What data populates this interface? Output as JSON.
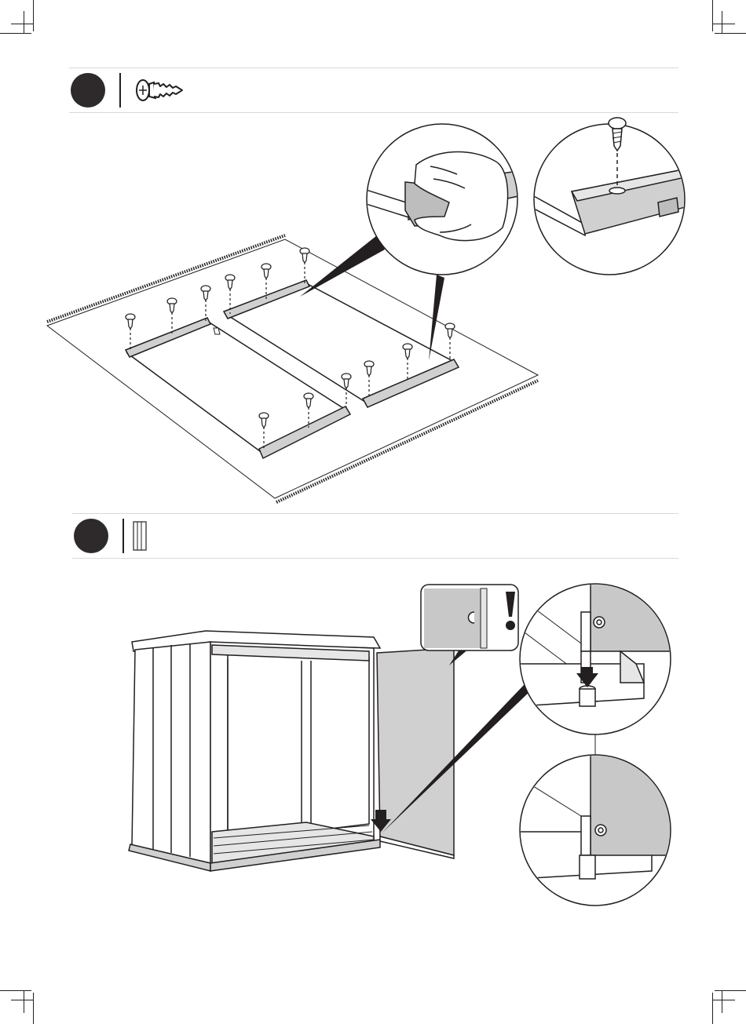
{
  "steps": [
    {
      "number": "",
      "part_icon": "self-tapping-screw-icon"
    },
    {
      "number": "",
      "part_icon": "door-panel-icon"
    }
  ],
  "illustrations": {
    "floor_assembly": {
      "screw_count": 12,
      "detail_views": [
        "hand-grip-rail-detail",
        "screw-into-rail-detail"
      ]
    },
    "door_assembly": {
      "warning": "exclamation-icon",
      "detail_views": [
        "door-pin-lowering-detail",
        "door-pin-seated-detail"
      ]
    }
  },
  "colors": {
    "ink": "#231f20",
    "panel_grey": "#d0d0d0",
    "badge": "#2e2a2b"
  }
}
